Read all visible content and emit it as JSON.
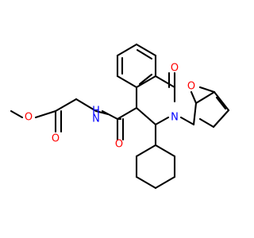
{
  "molecule": {
    "atom_labels": {
      "ester_o_methoxy": "O",
      "ester_o_carbonyl": "O",
      "amide_n": "N",
      "amide_h": "H",
      "amide_o": "O",
      "lactam_n": "N",
      "lactam_o": "O",
      "furan_o": "O"
    },
    "colors": {
      "bond": "#000000",
      "oxygen": "#ff0000",
      "nitrogen": "#0000ff"
    }
  }
}
